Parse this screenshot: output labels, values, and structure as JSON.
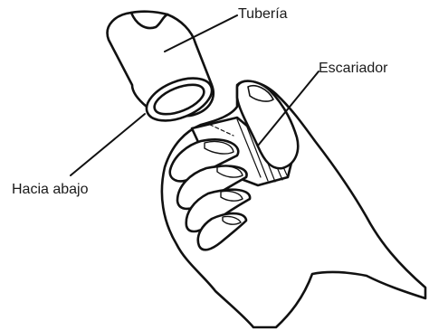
{
  "labels": {
    "tuberia": "Tubería",
    "escariador": "Escariador",
    "hacia_abajo": "Hacia abajo"
  },
  "colors": {
    "stroke": "#111111",
    "fill": "#ffffff",
    "text": "#1a1a1a"
  }
}
